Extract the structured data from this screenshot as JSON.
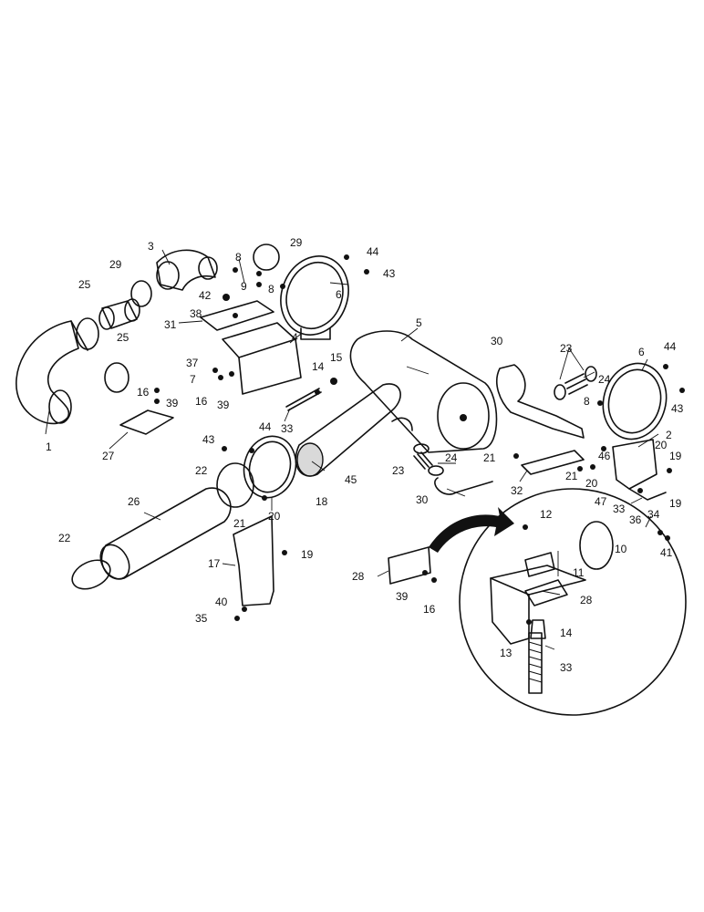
{
  "callouts": [
    "1",
    "2",
    "3",
    "4",
    "5",
    "6",
    "6",
    "7",
    "8",
    "8",
    "8",
    "9",
    "10",
    "11",
    "12",
    "13",
    "14",
    "14",
    "15",
    "16",
    "16",
    "16",
    "17",
    "18",
    "19",
    "19",
    "19",
    "20",
    "20",
    "20",
    "21",
    "21",
    "21",
    "22",
    "22",
    "23",
    "23",
    "24",
    "24",
    "25",
    "25",
    "26",
    "27",
    "28",
    "28",
    "29",
    "29",
    "30",
    "30",
    "31",
    "32",
    "33",
    "33",
    "33",
    "34",
    "35",
    "36",
    "37",
    "38",
    "39",
    "39",
    "39",
    "40",
    "41",
    "42",
    "43",
    "43",
    "43",
    "44",
    "44",
    "44",
    "45",
    "46",
    "47"
  ]
}
